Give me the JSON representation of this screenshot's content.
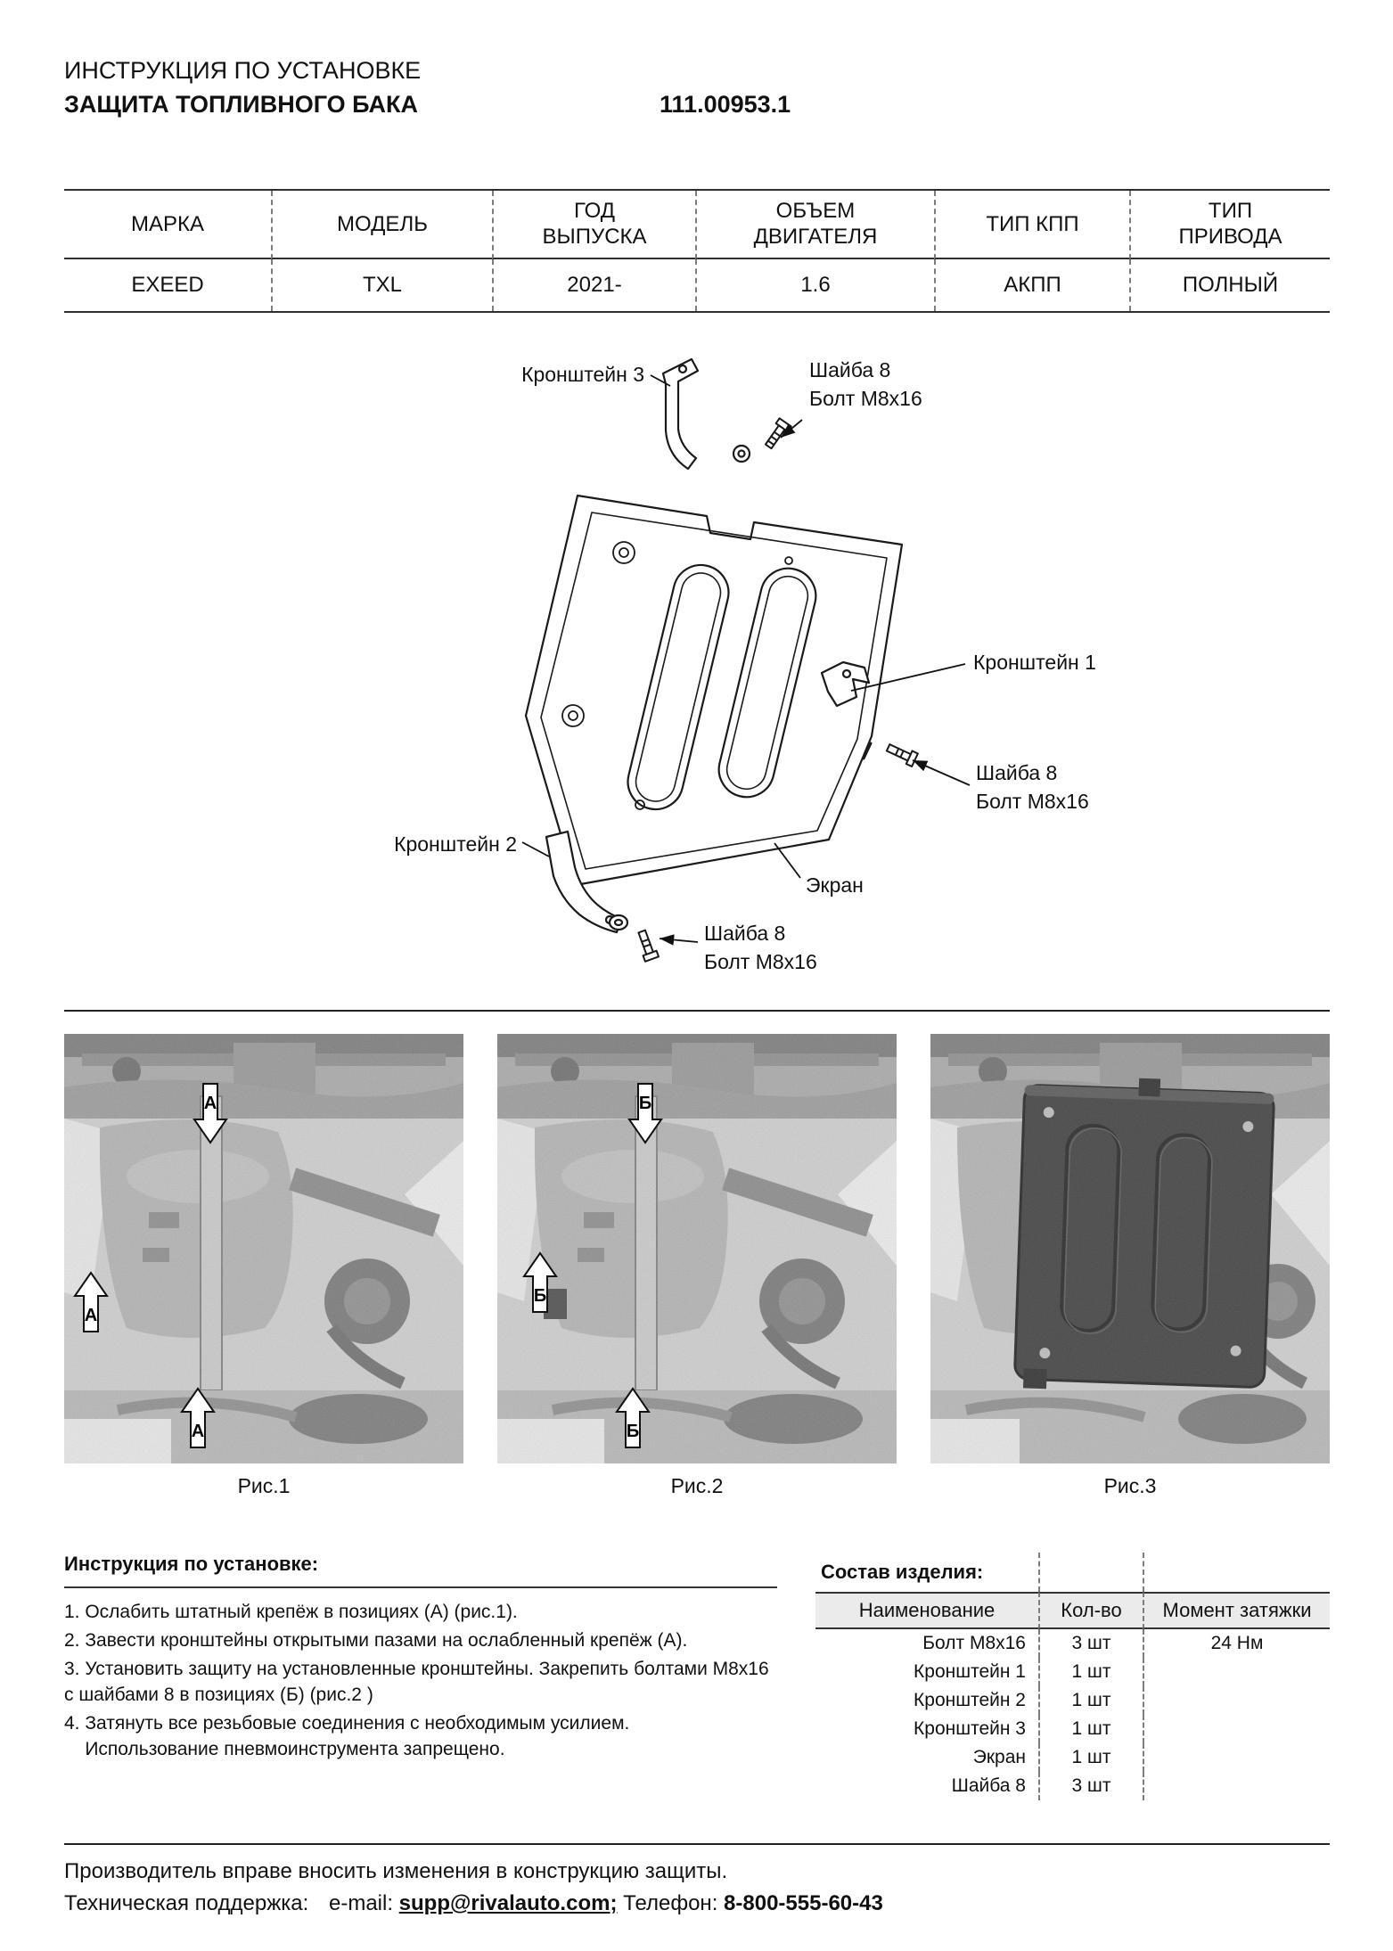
{
  "header": {
    "subtitle": "ИНСТРУКЦИЯ ПО УСТАНОВКЕ",
    "title": "ЗАЩИТА ТОПЛИВНОГО БАКА",
    "part_number": "111.00953.1"
  },
  "spec_table": {
    "headers": [
      "МАРКА",
      "МОДЕЛЬ",
      "ГОД\nВЫПУСКА",
      "ОБЪЕМ\nДВИГАТЕЛЯ",
      "ТИП КПП",
      "ТИП\nПРИВОДА"
    ],
    "row": [
      "EXEED",
      "TXL",
      "2021-",
      "1.6",
      "АКПП",
      "ПОЛНЫЙ"
    ]
  },
  "diagram": {
    "bracket3": "Кронштейн 3",
    "washer_top": "Шайба 8",
    "bolt_top": "Болт M8x16",
    "bracket1": "Кронштейн 1",
    "washer_right": "Шайба 8",
    "bolt_right": "Болт М8х16",
    "bracket2": "Кронштейн 2",
    "shield": "Экран",
    "washer_bottom": "Шайба 8",
    "bolt_bottom": "Болт М8х16"
  },
  "figures": [
    {
      "caption": "Рис.1",
      "marker": "А"
    },
    {
      "caption": "Рис.2",
      "marker": "Б"
    },
    {
      "caption": "Рис.3",
      "marker": ""
    }
  ],
  "instructions": {
    "title": "Инструкция по установке:",
    "steps": [
      "1. Ослабить штатный крепёж в позициях (А) (рис.1).",
      "2. Завести кронштейны открытыми пазами на ослабленный крепёж (А).",
      "3. Установить защиту на установленные кронштейны. Закрепить болтами М8х16 с шайбами 8 в позициях (Б) (рис.2 )",
      "4. Затянуть все резьбовые соединения с необходимым усилием.\n    Использование пневмоинструмента запрещено."
    ]
  },
  "parts": {
    "title": "Состав изделия:",
    "headers": [
      "Наименование",
      "Кол-во",
      "Момент затяжки"
    ],
    "rows": [
      {
        "name": "Болт М8х16",
        "qty": "3 шт",
        "torque": "24 Нм"
      },
      {
        "name": "Кронштейн 1",
        "qty": "1 шт",
        "torque": ""
      },
      {
        "name": "Кронштейн 2",
        "qty": "1 шт",
        "torque": ""
      },
      {
        "name": "Кронштейн 3",
        "qty": "1 шт",
        "torque": ""
      },
      {
        "name": "Экран",
        "qty": "1 шт",
        "torque": ""
      },
      {
        "name": "Шайба 8",
        "qty": "3 шт",
        "torque": ""
      }
    ]
  },
  "footer": {
    "notice": "Производитель вправе вносить изменения в конструкцию защиты.",
    "support": "Техническая поддержка:",
    "email_label": "e-mail:",
    "email": "supp@rivalauto.com;",
    "phone_label": "Телефон:",
    "phone": "8-800-555-60-43"
  }
}
